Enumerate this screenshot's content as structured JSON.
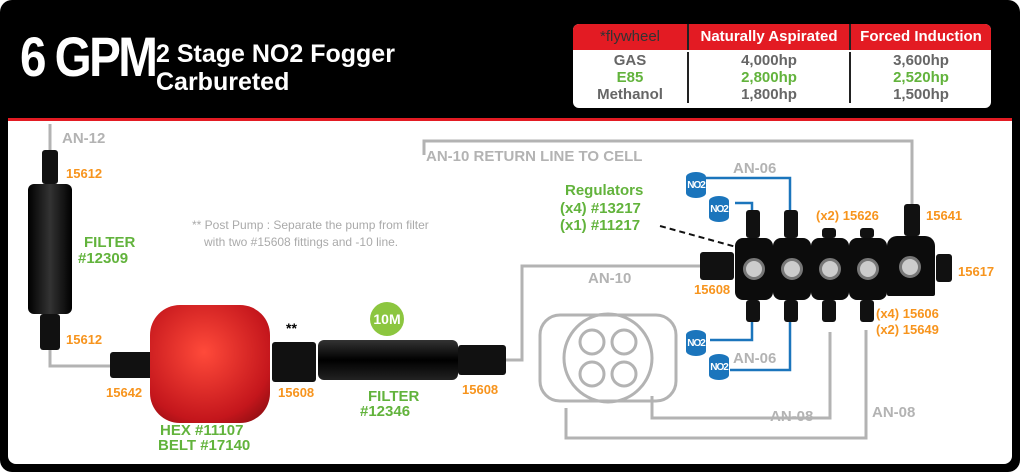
{
  "header": {
    "flow": "6 GPM",
    "title_line1": "2 Stage NO2 Fogger",
    "title_line2": "Carbureted"
  },
  "table": {
    "headers": [
      "*flywheel",
      "Naturally Aspirated",
      "Forced Induction"
    ],
    "rows": [
      {
        "fuel": "GAS",
        "na": "4,000hp",
        "fi": "3,600hp",
        "color": "#666666"
      },
      {
        "fuel": "E85",
        "na": "2,800hp",
        "fi": "2,520hp",
        "color": "#62b33c"
      },
      {
        "fuel": "Methanol",
        "na": "1,800hp",
        "fi": "1,500hp",
        "color": "#666666"
      }
    ]
  },
  "colors": {
    "accent_red": "#e31b23",
    "part_orange": "#f7941d",
    "label_green": "#62b33c",
    "line_gray": "#b3b3b3",
    "nitrous_blue": "#1b75bc"
  },
  "lines": {
    "an12": "AN-12",
    "return": "AN-10 RETURN LINE TO CELL",
    "an10": "AN-10",
    "an06_top": "AN-06",
    "an06_bottom": "AN-06",
    "an08_a": "AN-08",
    "an08_b": "AN-08"
  },
  "note": {
    "line1": "** Post Pump : Separate the pump from filter",
    "line2": "with two #15608 fittings and -10 line."
  },
  "parts": {
    "f15612a": "15612",
    "f15612b": "15612",
    "f15642": "15642",
    "f15608a": "15608",
    "f15608b": "15608",
    "f15608c": "15608",
    "f15626": "(x2) 15626",
    "f15641": "15641",
    "f15617": "15617",
    "f15606": "(x4) 15606",
    "f15649": "(x2) 15649",
    "pump_mark": "**"
  },
  "labels": {
    "filter1_title": "FILTER",
    "filter1_num": "#12309",
    "filter2_title": "FILTER",
    "filter2_num": "#12346",
    "pump_hex": "HEX #11107",
    "pump_belt": "BELT #17140",
    "reg_title": "Regulators",
    "reg_x4": "(x4) #13217",
    "reg_x1": "(x1) #11217",
    "micron": "10M",
    "no2": "NO2"
  }
}
